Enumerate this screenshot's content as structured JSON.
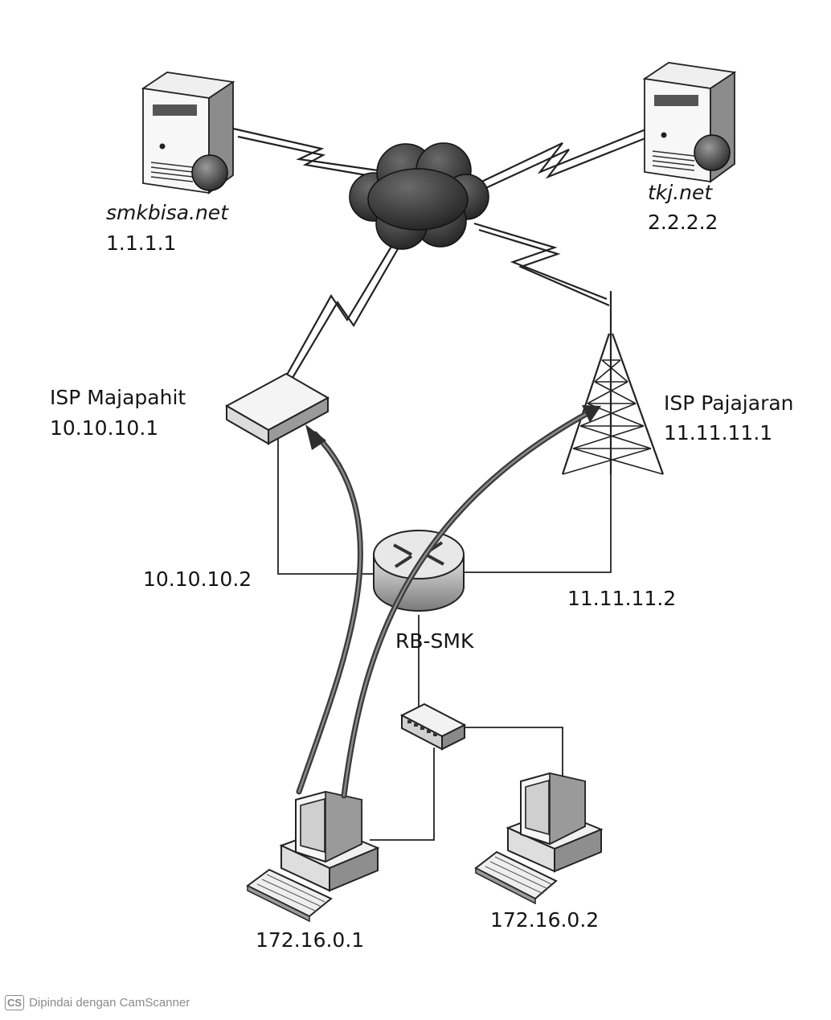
{
  "nodes": {
    "smkbisa_server": {
      "name": "smkbisa.net",
      "ip": "1.1.1.1"
    },
    "tkj_server": {
      "name": "tkj.net",
      "ip": "2.2.2.2"
    },
    "isp_majapahit": {
      "name": "ISP Majapahit",
      "ip": "10.10.10.1"
    },
    "isp_pajajaran": {
      "name": "ISP Pajajaran",
      "ip": "11.11.11.1"
    },
    "router": {
      "name": "RB-SMK",
      "ip_left": "10.10.10.2",
      "ip_right": "11.11.11.2"
    },
    "pc1": {
      "ip": "172.16.0.1"
    },
    "pc2": {
      "ip": "172.16.0.2"
    }
  },
  "icons": {
    "cloud": "internet-cloud-icon",
    "server": "server-tower-icon",
    "modem": "modem-icon",
    "tower": "radio-tower-icon",
    "router": "router-icon",
    "switch": "switch-icon",
    "pc": "desktop-pc-icon"
  },
  "colors": {
    "ink": "#151515",
    "line": "#222222",
    "arrow": "#4a4a4a"
  },
  "footer": {
    "badge": "CS",
    "text": "Dipindai dengan CamScanner"
  }
}
